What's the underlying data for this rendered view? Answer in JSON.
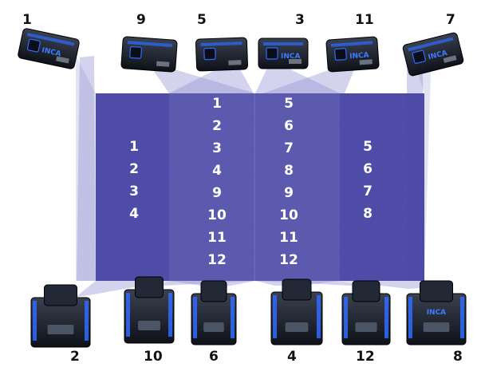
{
  "cameras": [
    {
      "label": "1",
      "position": "top",
      "brand": "INCA"
    },
    {
      "label": "9",
      "position": "top",
      "brand": ""
    },
    {
      "label": "5",
      "position": "top",
      "brand": ""
    },
    {
      "label": "3",
      "position": "top",
      "brand": "INCA"
    },
    {
      "label": "11",
      "position": "top",
      "brand": "INCA"
    },
    {
      "label": "7",
      "position": "top",
      "brand": "INCA"
    },
    {
      "label": "2",
      "position": "bottom",
      "brand": ""
    },
    {
      "label": "10",
      "position": "bottom",
      "brand": ""
    },
    {
      "label": "6",
      "position": "bottom",
      "brand": ""
    },
    {
      "label": "4",
      "position": "bottom",
      "brand": ""
    },
    {
      "label": "12",
      "position": "bottom",
      "brand": ""
    },
    {
      "label": "8",
      "position": "bottom",
      "brand": "INCA"
    }
  ],
  "zones": [
    {
      "numbers": [
        "1",
        "2",
        "3",
        "4"
      ]
    },
    {
      "numbers": [
        "1",
        "2",
        "3",
        "4",
        "9",
        "10",
        "11",
        "12"
      ]
    },
    {
      "numbers": [
        "5",
        "6",
        "7",
        "8",
        "9",
        "10",
        "11",
        "12"
      ]
    },
    {
      "numbers": [
        "5",
        "6",
        "7",
        "8"
      ]
    }
  ],
  "colors": {
    "screen": "#3d3a9e",
    "beam": "#8c8cd0",
    "camera_body": "#1b1f2a",
    "camera_accent": "#2f6bff",
    "label": "#111111",
    "zone_text": "#ffffff"
  }
}
